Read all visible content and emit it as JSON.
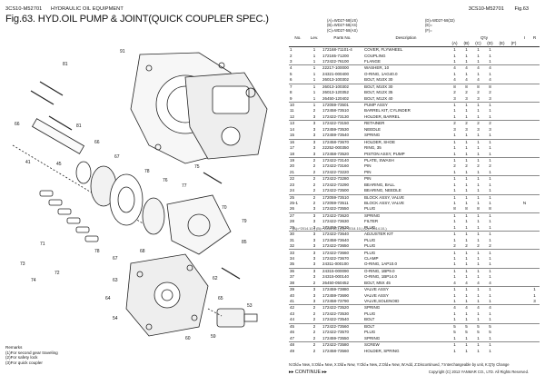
{
  "header": {
    "model_left": "3CS10-M52701",
    "section": "HYDRAULIC OIL EQUIPMENT",
    "figure_title": "Fig.63.  HYD.OIL PUMP & JOINT(QUICK COUPLER SPEC.)",
    "model_right": "3CS10-M52701",
    "fig_right": "Fig.63"
  },
  "variant_codes": {
    "left": [
      "(A)=WD27-58(US)",
      "(B)=WD27-58(AS)",
      "(C)=WD27-58(AS)"
    ],
    "right": [
      "(D)=WD27-58(32)",
      "(E)=",
      "(F)="
    ]
  },
  "table": {
    "headers": {
      "no": "No.",
      "lev": "Lev.",
      "pn": "Parts No.",
      "desc": "Description",
      "qty": "Q'ty",
      "i": "I",
      "r": "R"
    },
    "qty_cols": [
      "(A)",
      "(B)",
      "(C)",
      "(D)",
      "(E)",
      "(F)"
    ],
    "rows": [
      {
        "no": "1",
        "lev": "1",
        "pn": "172168-71101-4",
        "desc": "COVER, FLYWHEEL",
        "q": [
          "1",
          "1",
          "1",
          "1",
          "",
          ""
        ],
        "i": "",
        "r": ""
      },
      {
        "no": "2",
        "lev": "1",
        "pn": "172165-71200",
        "desc": "COUPLING",
        "q": [
          "1",
          "1",
          "1",
          "1",
          "",
          ""
        ],
        "i": "",
        "r": ""
      },
      {
        "no": "3",
        "lev": "1",
        "pn": "172422-76100",
        "desc": "FLANGE",
        "q": [
          "1",
          "1",
          "1",
          "1",
          "",
          ""
        ],
        "i": "",
        "r": ""
      },
      {
        "no": "4",
        "lev": "1",
        "pn": "22217-100000",
        "desc": "WASHER, 10",
        "q": [
          "4",
          "4",
          "4",
          "4",
          "",
          ""
        ],
        "i": "",
        "r": ""
      },
      {
        "no": "5",
        "lev": "1",
        "pn": "24321-000400",
        "desc": "O-RING, 1AG40.0",
        "q": [
          "1",
          "1",
          "1",
          "1",
          "",
          ""
        ],
        "i": "",
        "r": ""
      },
      {
        "no": "6",
        "lev": "1",
        "pn": "26013-100302",
        "desc": "BOLT, M10X 30",
        "q": [
          "4",
          "4",
          "4",
          "4",
          "",
          ""
        ],
        "i": "",
        "r": ""
      },
      {
        "no": "7",
        "lev": "1",
        "pn": "26013-100302",
        "desc": "BOLT, M10X 30",
        "q": [
          "8",
          "8",
          "8",
          "8",
          "",
          ""
        ],
        "i": "",
        "r": ""
      },
      {
        "no": "8",
        "lev": "1",
        "pn": "26013-120352",
        "desc": "BOLT, M12X 35",
        "q": [
          "2",
          "2",
          "2",
          "2",
          "",
          ""
        ],
        "i": "",
        "r": ""
      },
      {
        "no": "9",
        "lev": "1",
        "pn": "26450-120402",
        "desc": "BOLT, M12X 40",
        "q": [
          "3",
          "3",
          "3",
          "3",
          "",
          ""
        ],
        "i": "",
        "r": ""
      },
      {
        "no": "10",
        "lev": "1",
        "pn": "172059-73501",
        "desc": "PUMP ASSY",
        "q": [
          "1",
          "1",
          "1",
          "1",
          "",
          ""
        ],
        "i": "",
        "r": ""
      },
      {
        "no": "11",
        "lev": "2",
        "pn": "172458-73510",
        "desc": "BARREL KIT, CYLINDER",
        "q": [
          "1",
          "1",
          "1",
          "1",
          "",
          ""
        ],
        "i": "",
        "r": ""
      },
      {
        "no": "12",
        "lev": "3",
        "pn": "172422-73130",
        "desc": "HOLDER, BARREL",
        "q": [
          "1",
          "1",
          "1",
          "1",
          "",
          ""
        ],
        "i": "",
        "r": ""
      },
      {
        "no": "13",
        "lev": "3",
        "pn": "172422-73150",
        "desc": "RETAINER",
        "q": [
          "2",
          "2",
          "2",
          "2",
          "",
          ""
        ],
        "i": "",
        "r": ""
      },
      {
        "no": "14",
        "lev": "3",
        "pn": "172459-73530",
        "desc": "NEEDLE",
        "q": [
          "3",
          "3",
          "3",
          "3",
          "",
          ""
        ],
        "i": "",
        "r": ""
      },
      {
        "no": "15",
        "lev": "3",
        "pn": "172459-73540",
        "desc": "SPRING",
        "q": [
          "1",
          "1",
          "1",
          "1",
          "",
          ""
        ],
        "i": "",
        "r": ""
      },
      {
        "no": "16",
        "lev": "3",
        "pn": "172458-73670",
        "desc": "HOLDER, SHOE",
        "q": [
          "1",
          "1",
          "1",
          "1",
          "",
          ""
        ],
        "i": "",
        "r": ""
      },
      {
        "no": "17",
        "lev": "3",
        "pn": "22252-000350",
        "desc": "RING, 35",
        "q": [
          "1",
          "1",
          "1",
          "1",
          "",
          ""
        ],
        "i": "",
        "r": ""
      },
      {
        "no": "18",
        "lev": "3",
        "pn": "172458-73520",
        "desc": "PISTON ASSY, PUMP",
        "q": [
          "1",
          "1",
          "1",
          "1",
          "",
          ""
        ],
        "i": "",
        "r": ""
      },
      {
        "no": "19",
        "lev": "2",
        "pn": "172422-73140",
        "desc": "PLATE, SWASH",
        "q": [
          "1",
          "1",
          "1",
          "1",
          "",
          ""
        ],
        "i": "",
        "r": ""
      },
      {
        "no": "20",
        "lev": "2",
        "pn": "172422-73160",
        "desc": "PIN",
        "q": [
          "2",
          "2",
          "2",
          "2",
          "",
          ""
        ],
        "i": "",
        "r": ""
      },
      {
        "no": "21",
        "lev": "2",
        "pn": "172422-73220",
        "desc": "PIN",
        "q": [
          "1",
          "1",
          "1",
          "1",
          "",
          ""
        ],
        "i": "",
        "r": ""
      },
      {
        "no": "22",
        "lev": "2",
        "pn": "172422-73280",
        "desc": "PIN",
        "q": [
          "1",
          "1",
          "1",
          "1",
          "",
          ""
        ],
        "i": "",
        "r": ""
      },
      {
        "no": "23",
        "lev": "2",
        "pn": "172422-73290",
        "desc": "BEARING, BALL",
        "q": [
          "1",
          "1",
          "1",
          "1",
          "",
          ""
        ],
        "i": "",
        "r": ""
      },
      {
        "no": "24",
        "lev": "2",
        "pn": "172422-73500",
        "desc": "BEARING, NEEDLE",
        "q": [
          "1",
          "1",
          "1",
          "1",
          "",
          ""
        ],
        "i": "",
        "r": ""
      },
      {
        "no": "25",
        "lev": "2",
        "pn": "172059-73510",
        "desc": "BLOCK ASSY, VALVE",
        "q": [
          "1",
          "1",
          "1",
          "1",
          "",
          ""
        ],
        "i": "",
        "r": ""
      },
      {
        "no": "25-1",
        "lev": "2",
        "pn": "172059-73511",
        "desc": "BLOCK ASSY, VALVE",
        "q": [
          "1",
          "1",
          "1",
          "1",
          "",
          ""
        ],
        "i": "N",
        "r": ""
      },
      {
        "no": "26",
        "lev": "3",
        "pn": "172422-73550",
        "desc": "PLUG",
        "q": [
          "8",
          "8",
          "8",
          "8",
          "",
          ""
        ],
        "i": "",
        "r": ""
      },
      {
        "no": "27",
        "lev": "3",
        "pn": "172422-73620",
        "desc": "SPRING",
        "q": [
          "1",
          "1",
          "1",
          "1",
          "",
          ""
        ],
        "i": "",
        "r": ""
      },
      {
        "no": "28",
        "lev": "3",
        "pn": "172422-73630",
        "desc": "FILTER",
        "q": [
          "1",
          "1",
          "1",
          "1",
          "",
          ""
        ],
        "i": "",
        "r": ""
      },
      {
        "no": "29",
        "lev": "3",
        "pn": "172459-73630",
        "desc": "PLUG",
        "q": [
          "1",
          "1",
          "1",
          "1",
          "",
          ""
        ],
        "i": "",
        "r": ""
      },
      {
        "no": "30",
        "lev": "3",
        "pn": "172422-73640",
        "desc": "ADJUSTER KIT",
        "q": [
          "1",
          "1",
          "1",
          "1",
          "",
          ""
        ],
        "i": "",
        "r": ""
      },
      {
        "no": "31",
        "lev": "3",
        "pn": "172458-73640",
        "desc": "PLUG",
        "q": [
          "1",
          "1",
          "1",
          "1",
          "",
          ""
        ],
        "i": "",
        "r": ""
      },
      {
        "no": "32",
        "lev": "3",
        "pn": "172422-73650",
        "desc": "PLUG",
        "q": [
          "2",
          "2",
          "2",
          "2",
          "",
          ""
        ],
        "i": "",
        "r": ""
      },
      {
        "no": "33",
        "lev": "3",
        "pn": "172422-73660",
        "desc": "PLUG",
        "q": [
          "1",
          "1",
          "1",
          "1",
          "",
          ""
        ],
        "i": "",
        "r": ""
      },
      {
        "no": "34",
        "lev": "3",
        "pn": "172422-73670",
        "desc": "CLAMP",
        "q": [
          "1",
          "1",
          "1",
          "1",
          "",
          ""
        ],
        "i": "",
        "r": ""
      },
      {
        "no": "35",
        "lev": "3",
        "pn": "24311-000100",
        "desc": "O-RING, 1AP10.0",
        "q": [
          "1",
          "1",
          "1",
          "1",
          "",
          ""
        ],
        "i": "",
        "r": ""
      },
      {
        "no": "36",
        "lev": "3",
        "pn": "24315-000090",
        "desc": "O-RING, 1BP9.0",
        "q": [
          "1",
          "1",
          "1",
          "1",
          "",
          ""
        ],
        "i": "",
        "r": ""
      },
      {
        "no": "37",
        "lev": "3",
        "pn": "24315-000140",
        "desc": "O-RING, 1BP14.0",
        "q": [
          "1",
          "1",
          "1",
          "1",
          "",
          ""
        ],
        "i": "",
        "r": ""
      },
      {
        "no": "38",
        "lev": "2",
        "pn": "26450-050452",
        "desc": "BOLT, M5X 45",
        "q": [
          "4",
          "4",
          "4",
          "4",
          "",
          ""
        ],
        "i": "",
        "r": ""
      },
      {
        "no": "39",
        "lev": "3",
        "pn": "172459-73880",
        "desc": "VALVE ASSY",
        "q": [
          "1",
          "1",
          "1",
          "1",
          "",
          ""
        ],
        "i": "",
        "r": "1"
      },
      {
        "no": "40",
        "lev": "3",
        "pn": "172459-73690",
        "desc": "VALVE ASSY",
        "q": [
          "1",
          "1",
          "1",
          "1",
          "",
          ""
        ],
        "i": "",
        "r": "1"
      },
      {
        "no": "41",
        "lev": "3",
        "pn": "172458-73790",
        "desc": "VALVE,SOLENOID",
        "q": [
          "1",
          "1",
          "1",
          "1",
          "",
          ""
        ],
        "i": "",
        "r": "3"
      },
      {
        "no": "42",
        "lev": "2",
        "pn": "172422-73520",
        "desc": "SPRING",
        "q": [
          "4",
          "4",
          "4",
          "4",
          "",
          ""
        ],
        "i": "",
        "r": ""
      },
      {
        "no": "43",
        "lev": "2",
        "pn": "172422-73530",
        "desc": "PLUG",
        "q": [
          "1",
          "1",
          "1",
          "1",
          "",
          ""
        ],
        "i": "",
        "r": ""
      },
      {
        "no": "44",
        "lev": "2",
        "pn": "172422-73540",
        "desc": "BOLT",
        "q": [
          "1",
          "1",
          "1",
          "1",
          "",
          ""
        ],
        "i": "",
        "r": ""
      },
      {
        "no": "45",
        "lev": "2",
        "pn": "172422-73560",
        "desc": "BOLT",
        "q": [
          "5",
          "5",
          "5",
          "5",
          "",
          ""
        ],
        "i": "",
        "r": ""
      },
      {
        "no": "46",
        "lev": "2",
        "pn": "172422-73570",
        "desc": "PLUG",
        "q": [
          "5",
          "5",
          "5",
          "5",
          "",
          ""
        ],
        "i": "",
        "r": ""
      },
      {
        "no": "47",
        "lev": "2",
        "pn": "172459-73550",
        "desc": "SPRING",
        "q": [
          "1",
          "1",
          "1",
          "1",
          "",
          ""
        ],
        "i": "",
        "r": ""
      },
      {
        "no": "48",
        "lev": "2",
        "pn": "172422-73580",
        "desc": "SCREW",
        "q": [
          "1",
          "1",
          "1",
          "1",
          "",
          ""
        ],
        "i": "",
        "r": ""
      },
      {
        "no": "49",
        "lev": "2",
        "pn": "172458-73560",
        "desc": "HOLDER, SPRING",
        "q": [
          "1",
          "1",
          "1",
          "1",
          "",
          ""
        ],
        "i": "",
        "r": ""
      }
    ]
  },
  "serial_note": "(A)=*2014.10-)      (B)=*2014.10-)      (C)=*2014.10-)      (D)=*2014.10-)",
  "remarks": {
    "title": "Remarks",
    "lines": [
      "(1)For second gear traveling",
      "(2)For safety lock",
      "(3)For quick coupler"
    ]
  },
  "footer": {
    "legend": "N:Old ▸ New, S:Old ▸ New, X:Old ▸ New, Y:Old ▸ New, Z:Old ▸ New, W:Add, Z:Discontinued, ?:Interchangeable by unit, K:Q'ty Change",
    "continue": "▸▸ CONTINUE ▸▸",
    "copyright": "Copyright (C) 2013 YANMAR CO., LTD. All Rights Reserved."
  },
  "diagram": {
    "callouts": [
      "81",
      "91",
      "66",
      "41",
      "45",
      "81",
      "66",
      "67",
      "78",
      "76",
      "77",
      "71",
      "73",
      "74",
      "72",
      "78",
      "67",
      "70",
      "79",
      "85",
      "68",
      "63",
      "64",
      "54",
      "62",
      "65",
      "53",
      "60",
      "59",
      "75"
    ]
  }
}
